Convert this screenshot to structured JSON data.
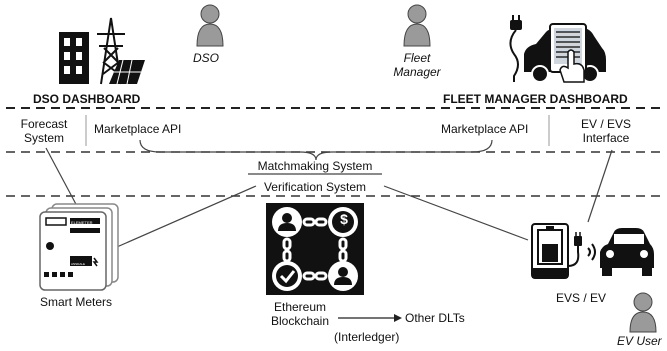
{
  "actors": {
    "dso": "DSO",
    "fleet_manager": "Fleet\nManager",
    "ev_user": "EV User"
  },
  "dashboards": {
    "dso": "DSO DASHBOARD",
    "fleet_manager": "FLEET MANAGER DASHBOARD"
  },
  "components": {
    "forecast_system": "Forecast\nSystem",
    "marketplace_api_left": "Marketplace API",
    "marketplace_api_right": "Marketplace API",
    "ev_evs_interface": "EV / EVS\nInterface",
    "matchmaking_system": "Matchmaking System",
    "verification_system": "Verification System"
  },
  "devices": {
    "smart_meters": "Smart Meters",
    "evs_ev": "EVS / EV",
    "ethereum_blockchain": "Ethereum\nBlockchain",
    "other_dlts": "Other DLTs",
    "interledger": "(Interledger)"
  },
  "meter_text": {
    "brand": "ELEMETER",
    "model": "ANSDALE\nELEMETER"
  },
  "blockchain_symbols": {
    "dollar": "$"
  },
  "colors": {
    "ink": "#111111",
    "line": "#555555",
    "person": "#9a9a9a",
    "panel": "#cfd6de"
  }
}
